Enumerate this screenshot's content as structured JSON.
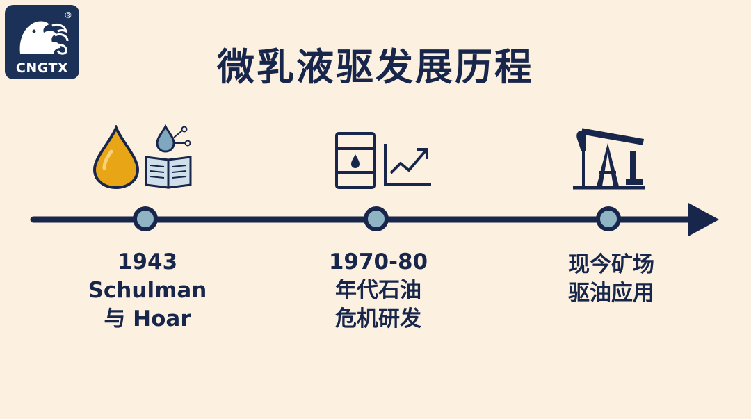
{
  "logo": {
    "text": "CNGTX",
    "reg_mark": "®"
  },
  "title": "微乳液驱发展历程",
  "milestones": [
    {
      "lines": [
        "1943",
        "Schulman",
        "与 Hoar"
      ]
    },
    {
      "lines": [
        "1970-80",
        "年代石油",
        "危机研发"
      ]
    },
    {
      "lines": [
        "现今矿场",
        "驱油应用"
      ]
    }
  ],
  "colors": {
    "background": "#fcf1e0",
    "navy": "#17264a",
    "marker_fill": "#8fb4c4",
    "drop_gold": "#e8a516",
    "book_blue": "#7fa7bf"
  },
  "icons": [
    "oil-drop-icon",
    "book-icon",
    "oil-barrel-icon",
    "growth-chart-icon",
    "pumpjack-icon"
  ]
}
